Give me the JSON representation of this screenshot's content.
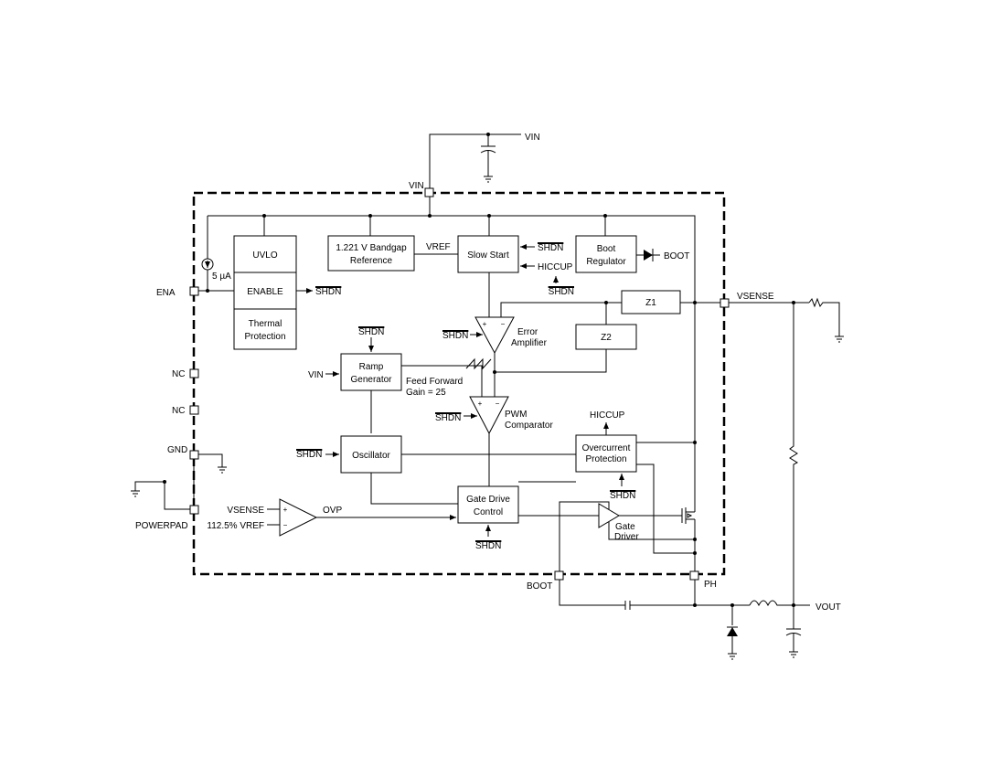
{
  "labels": {
    "vin_top": "VIN",
    "vin_pin": "VIN",
    "boot_out": "BOOT",
    "vsense_pin": "VSENSE",
    "ena": "ENA",
    "nc1": "NC",
    "nc2": "NC",
    "gnd": "GND",
    "powerpad": "POWERPAD",
    "boot_pin": "BOOT",
    "ph": "PH",
    "vout": "VOUT",
    "i_source": "5 µA",
    "vref": "VREF",
    "vin_ramp": "VIN",
    "feed_forward_1": "Feed Forward",
    "feed_forward_2": "Gain = 25",
    "hiccup_in": "HICCUP",
    "hiccup_out": "HICCUP",
    "vsense_comp": "VSENSE",
    "vref_comp": "112.5% VREF",
    "ovp": "OVP",
    "plus": "+",
    "minus": "−",
    "shdn": "SHDN"
  },
  "blocks": {
    "uvlo": "UVLO",
    "enable": "ENABLE",
    "thermal_1": "Thermal",
    "thermal_2": "Protection",
    "bandgap_1": "1.221 V Bandgap",
    "bandgap_2": "Reference",
    "slow_start": "Slow Start",
    "boot_reg_1": "Boot",
    "boot_reg_2": "Regulator",
    "z1": "Z1",
    "z2": "Z2",
    "error_amp_1": "Error",
    "error_amp_2": "Amplifier",
    "ramp_1": "Ramp",
    "ramp_2": "Generator",
    "pwm_1": "PWM",
    "pwm_2": "Comparator",
    "oscillator": "Oscillator",
    "overcurrent_1": "Overcurrent",
    "overcurrent_2": "Protection",
    "gate_drive_1": "Gate Drive",
    "gate_drive_2": "Control",
    "gate_driver_1": "Gate",
    "gate_driver_2": "Driver"
  }
}
